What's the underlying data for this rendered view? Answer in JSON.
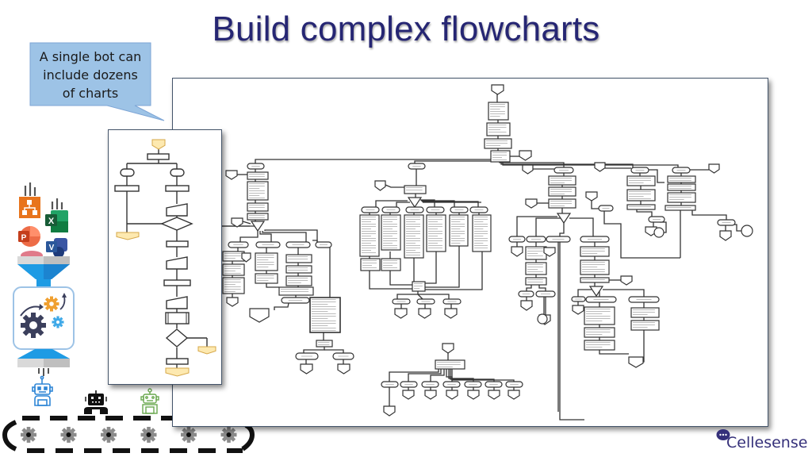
{
  "slide": {
    "title": "Build complex flowcharts",
    "callout": {
      "lines": [
        "A single bot can",
        "include dozens",
        "of charts"
      ],
      "fill_color": "#9dc3e6"
    },
    "brand": {
      "name": "Cellesense",
      "icon": "chat-bubble-icon",
      "color": "#35307a"
    },
    "title_color": "#262673"
  },
  "left_graphic": {
    "app_icons": [
      {
        "name": "diagram-app-icon",
        "color": "#e8741c"
      },
      {
        "name": "excel-icon",
        "color": "#1e7145"
      },
      {
        "name": "powerpoint-icon",
        "color": "#c43e1c"
      },
      {
        "name": "visio-icon",
        "color": "#2b579a"
      }
    ],
    "funnel_color": "#1e9be4",
    "processor_icon": "gears-icon",
    "robots": [
      {
        "name": "robot-blue-icon",
        "color": "#2f86d6"
      },
      {
        "name": "robot-black-icon",
        "color": "#111111"
      },
      {
        "name": "robot-green-icon",
        "color": "#6aa84f"
      }
    ],
    "conveyor_gear_count": 6
  },
  "flowcharts": {
    "small": {
      "label": "small-flowchart-thumbnail",
      "terminal_color": "#fde9b0"
    },
    "large": {
      "label": "large-flowchart-thumbnail"
    }
  }
}
